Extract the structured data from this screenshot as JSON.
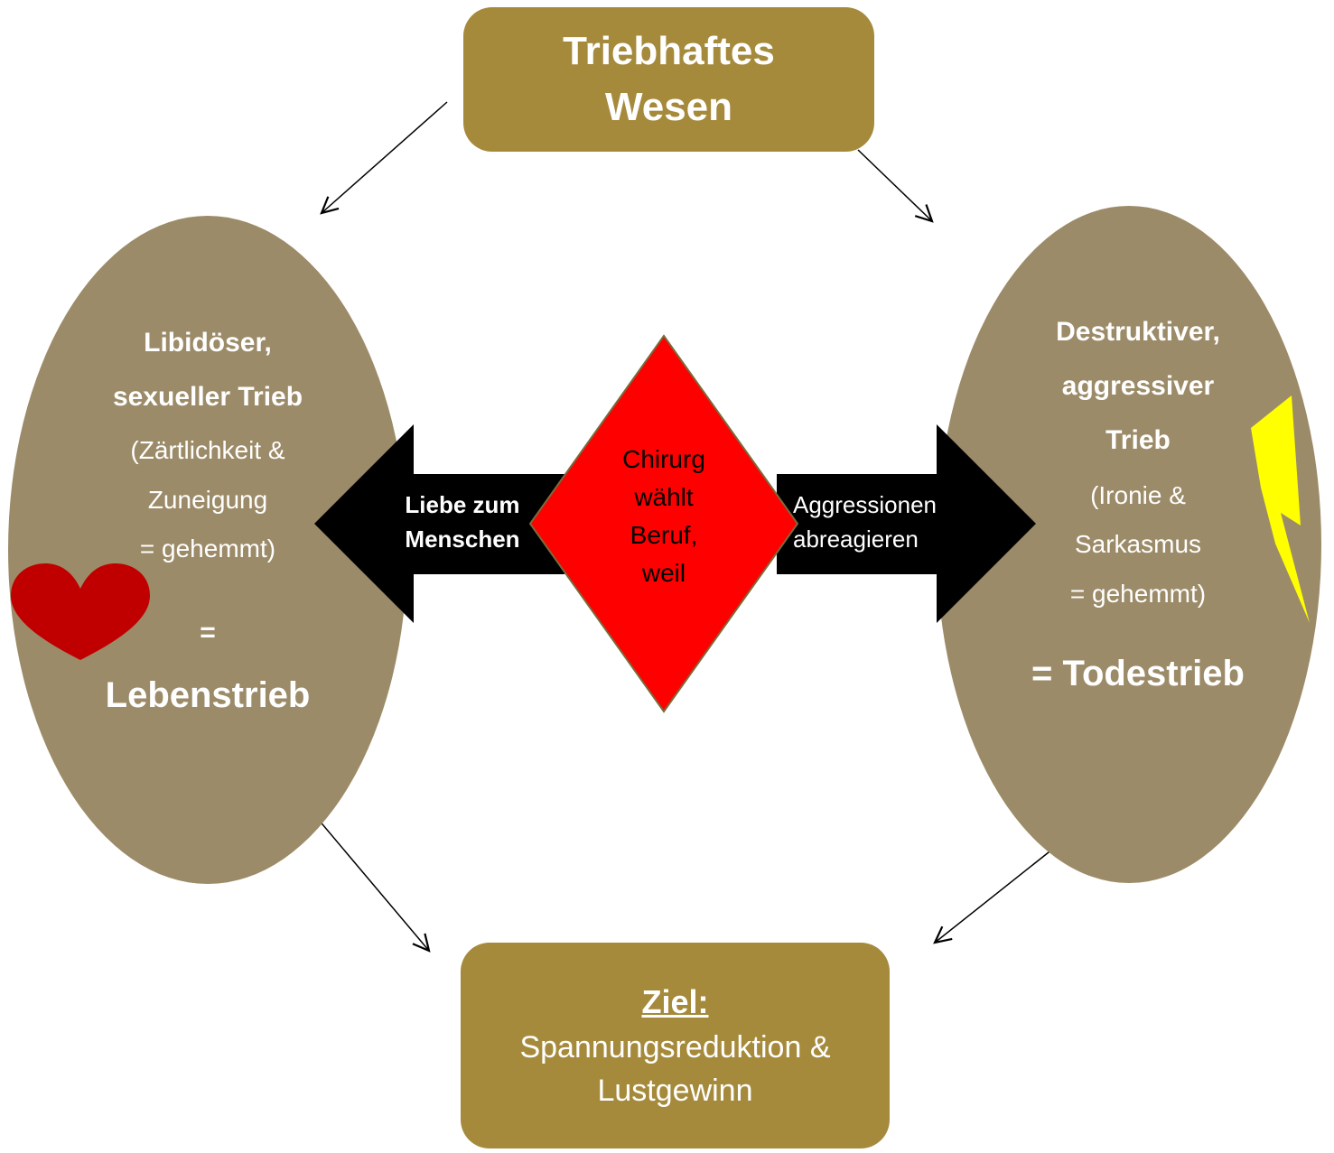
{
  "top_box": {
    "line1": "Triebhaftes",
    "line2": "Wesen"
  },
  "left_ellipse": {
    "title_line1": "Libidöser,",
    "title_line2": "sexueller Trieb",
    "detail_line1": "(Zärtlichkeit &",
    "detail_line2": "Zuneigung",
    "detail_line3": "= gehemmt)",
    "equals": "=",
    "result": "Lebenstrieb"
  },
  "right_ellipse": {
    "title_line1": "Destruktiver,",
    "title_line2": "aggressiver",
    "title_line3": "Trieb",
    "detail_line1": "(Ironie &",
    "detail_line2": "Sarkasmus",
    "detail_line3": "= gehemmt)",
    "result": "= Todestrieb"
  },
  "center_diamond": {
    "line1": "Chirurg",
    "line2": "wählt",
    "line3": "Beruf,",
    "line4": "weil"
  },
  "left_arrow": {
    "line1": "Liebe zum",
    "line2": "Menschen"
  },
  "right_arrow": {
    "line1": "Aggressionen",
    "line2": "abreagieren"
  },
  "bottom_box": {
    "label": "Ziel:",
    "line1": "Spannungsreduktion &",
    "line2": "Lustgewinn"
  },
  "icons": {
    "left_symbol": "heart-icon",
    "right_symbol": "lightning-icon"
  },
  "colors": {
    "box_fill": "#a68a3c",
    "ellipse_fill": "#9c8b68",
    "diamond_fill": "#ff0000",
    "arrow_fill": "#000000",
    "heart_fill": "#c00000",
    "lightning_fill": "#ffff00"
  }
}
